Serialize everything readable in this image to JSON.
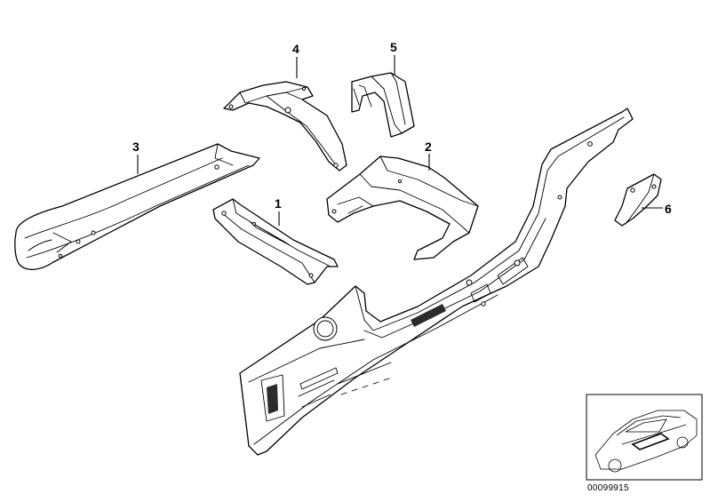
{
  "diagram": {
    "callouts": [
      {
        "id": "1",
        "label": "1"
      },
      {
        "id": "2",
        "label": "2"
      },
      {
        "id": "3",
        "label": "3"
      },
      {
        "id": "4",
        "label": "4"
      },
      {
        "id": "5",
        "label": "5"
      },
      {
        "id": "6",
        "label": "6"
      }
    ],
    "image_number": "00099915",
    "colors": {
      "line": "#000000",
      "background": "#ffffff"
    }
  }
}
